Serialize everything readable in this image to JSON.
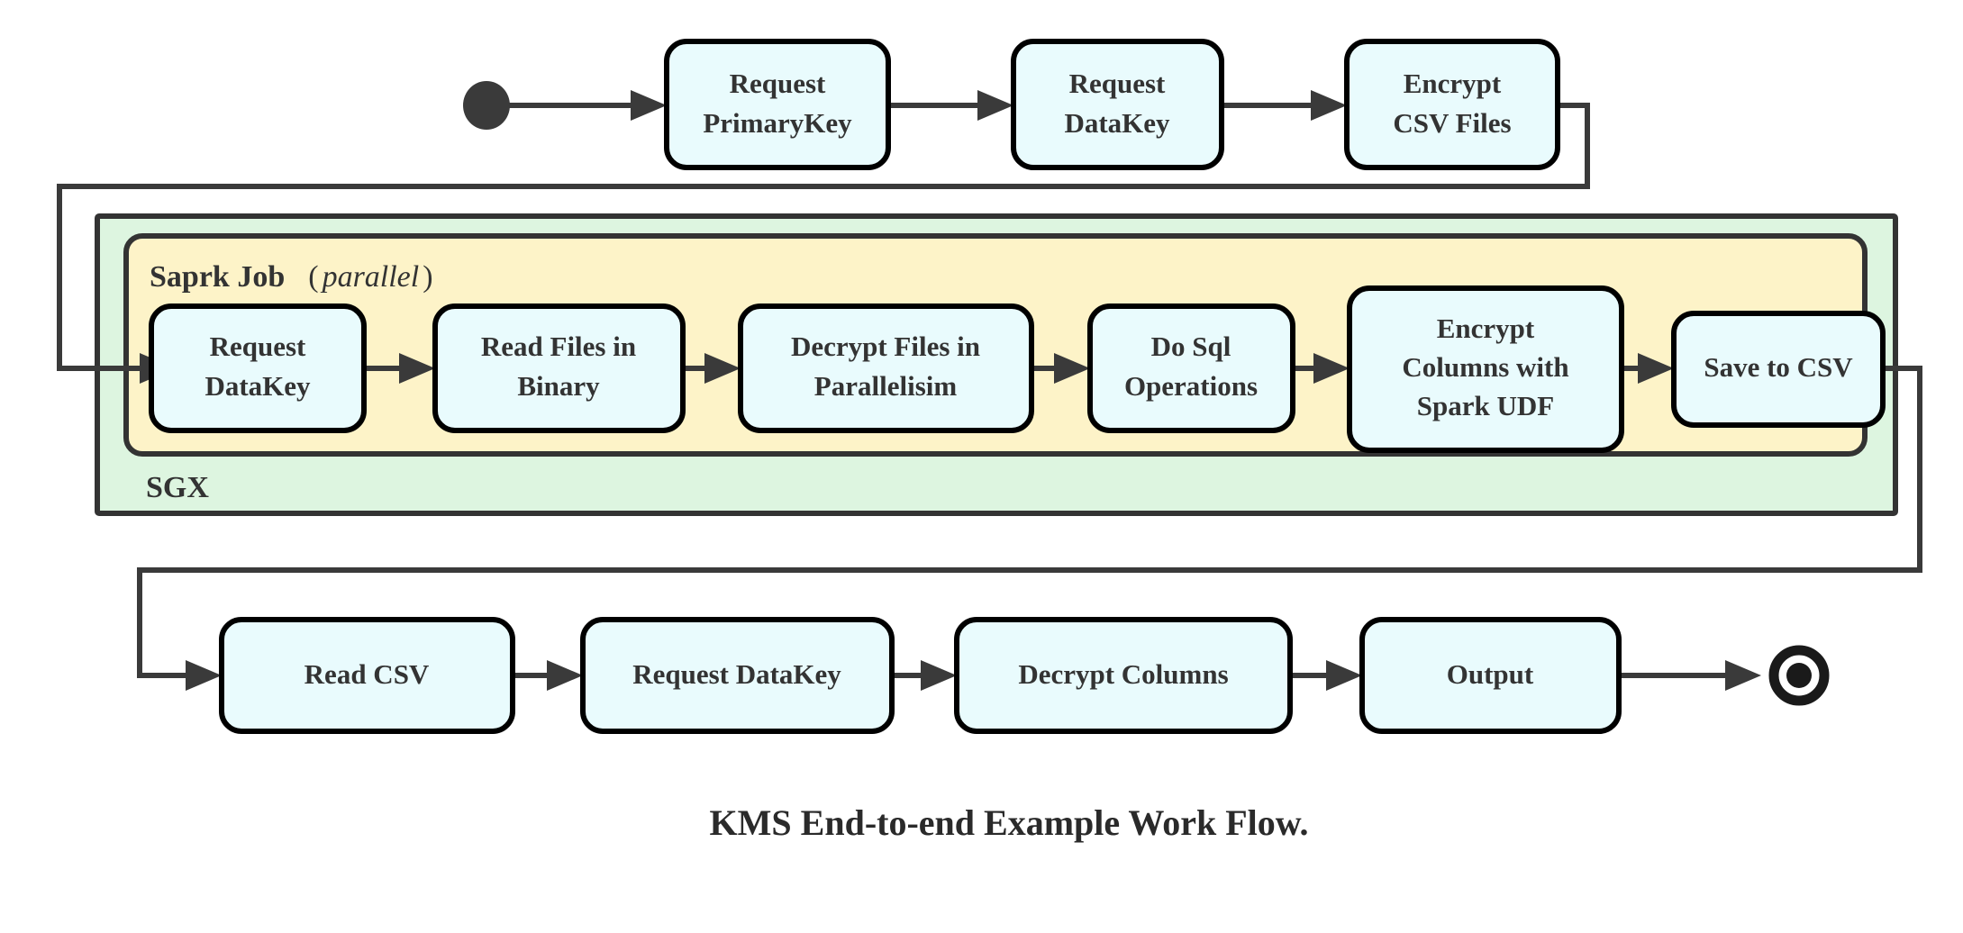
{
  "diagram": {
    "caption": "KMS End-to-end Example Work Flow.",
    "colors": {
      "node_fill": "#e9fbfd",
      "node_stroke": "#000000",
      "edge": "#3a3a3a",
      "sgx_container_fill": "#ddf5e0",
      "spark_container_fill": "#fdf3c8",
      "container_stroke": "#333333",
      "text": "#333333"
    },
    "start_node": {
      "name": "start",
      "icon": "filled-circle"
    },
    "end_node": {
      "name": "end",
      "icon": "bullseye-circle"
    },
    "containers": [
      {
        "id": "sgx",
        "label": "SGX",
        "label_position": "bottom-left",
        "fill": "#ddf5e0"
      },
      {
        "id": "spark-job",
        "label": "Saprk Job",
        "label_suffix_open": "(",
        "label_suffix_italic": "parallel",
        "label_suffix_close": ")",
        "label_position": "top-left",
        "fill": "#fdf3c8"
      }
    ],
    "rows": {
      "top": {
        "name": "top-row",
        "nodes": [
          {
            "id": "request-primarykey",
            "lines": [
              "Request",
              "PrimaryKey"
            ]
          },
          {
            "id": "request-datakey-top",
            "lines": [
              "Request",
              "DataKey"
            ]
          },
          {
            "id": "encrypt-csv-files",
            "lines": [
              "Encrypt",
              "CSV Files"
            ]
          }
        ]
      },
      "middle": {
        "name": "spark-job-row",
        "nodes": [
          {
            "id": "request-datakey-spark",
            "lines": [
              "Request",
              "DataKey"
            ]
          },
          {
            "id": "read-files-in-binary",
            "lines": [
              "Read Files in",
              "Binary"
            ]
          },
          {
            "id": "decrypt-files-in-parallelisim",
            "lines": [
              "Decrypt Files in",
              "Parallelisim"
            ]
          },
          {
            "id": "do-sql-operations",
            "lines": [
              "Do Sql",
              "Operations"
            ]
          },
          {
            "id": "encrypt-columns-with-spark-udf",
            "lines": [
              "Encrypt",
              "Columns with",
              "Spark UDF"
            ]
          },
          {
            "id": "save-to-csv",
            "lines": [
              "Save to CSV"
            ]
          }
        ]
      },
      "bottom": {
        "name": "bottom-row",
        "nodes": [
          {
            "id": "read-csv",
            "lines": [
              "Read CSV"
            ]
          },
          {
            "id": "request-datakey-bottom",
            "lines": [
              "Request DataKey"
            ]
          },
          {
            "id": "decrypt-columns",
            "lines": [
              "Decrypt Columns"
            ]
          },
          {
            "id": "output",
            "lines": [
              "Output"
            ]
          }
        ]
      }
    },
    "edges": [
      {
        "from": "start",
        "to": "request-primarykey",
        "type": "straight"
      },
      {
        "from": "request-primarykey",
        "to": "request-datakey-top",
        "type": "straight"
      },
      {
        "from": "request-datakey-top",
        "to": "encrypt-csv-files",
        "type": "straight"
      },
      {
        "from": "encrypt-csv-files",
        "to": "request-datakey-spark",
        "type": "elbow-down-left"
      },
      {
        "from": "request-datakey-spark",
        "to": "read-files-in-binary",
        "type": "straight"
      },
      {
        "from": "read-files-in-binary",
        "to": "decrypt-files-in-parallelisim",
        "type": "straight"
      },
      {
        "from": "decrypt-files-in-parallelisim",
        "to": "do-sql-operations",
        "type": "straight"
      },
      {
        "from": "do-sql-operations",
        "to": "encrypt-columns-with-spark-udf",
        "type": "straight"
      },
      {
        "from": "encrypt-columns-with-spark-udf",
        "to": "save-to-csv",
        "type": "straight"
      },
      {
        "from": "save-to-csv",
        "to": "read-csv",
        "type": "elbow-down-left"
      },
      {
        "from": "read-csv",
        "to": "request-datakey-bottom",
        "type": "straight"
      },
      {
        "from": "request-datakey-bottom",
        "to": "decrypt-columns",
        "type": "straight"
      },
      {
        "from": "decrypt-columns",
        "to": "output",
        "type": "straight"
      },
      {
        "from": "output",
        "to": "end",
        "type": "straight"
      }
    ]
  }
}
